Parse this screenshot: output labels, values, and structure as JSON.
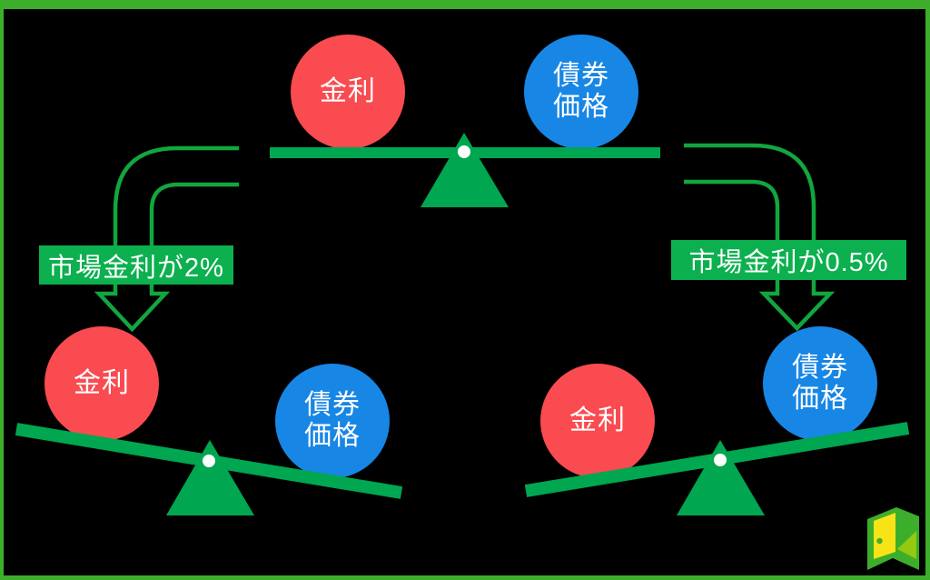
{
  "colors": {
    "bg": "#000000",
    "border_green": "#3dae2b",
    "green": "#00a650",
    "label_green": "#0cb04f",
    "arrow_green": "#12a63e",
    "red": "#f94b50",
    "blue": "#1786e5",
    "white": "#ffffff",
    "logo_green": "#3dae2b",
    "logo_yellow": "#f8e416",
    "logo_lightgreen": "#93c90f"
  },
  "scales": {
    "top": {
      "state": "balanced",
      "left_circle": {
        "line1": "金利",
        "line2": ""
      },
      "right_circle": {
        "line1": "債券",
        "line2": "価格"
      }
    },
    "bottom_left": {
      "state": "left-side-up",
      "left_circle": {
        "line1": "金利",
        "line2": ""
      },
      "right_circle": {
        "line1": "債券",
        "line2": "価格"
      }
    },
    "bottom_right": {
      "state": "right-side-up",
      "left_circle": {
        "line1": "金利",
        "line2": ""
      },
      "right_circle": {
        "line1": "債券",
        "line2": "価格"
      }
    }
  },
  "annotations": {
    "left_arrow_label": "市場金利が2%",
    "right_arrow_label": "市場金利が0.5%"
  }
}
